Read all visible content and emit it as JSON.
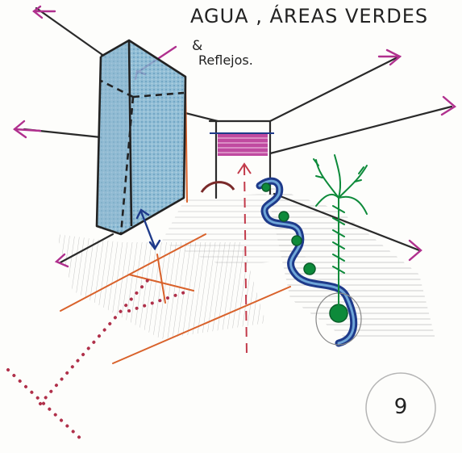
{
  "annotations": {
    "title": "AGUA , ÁREAS VERDES",
    "note_prefix": "&",
    "note": "Reflejos.",
    "page_number": "9"
  },
  "palette": {
    "ink": "#222222",
    "magenta": "#b0308e",
    "water_blue": "#5fa4c8",
    "navy": "#1e3a8a",
    "orange": "#d9622b",
    "green": "#0d8a3a",
    "red_dots": "#b0304a",
    "pencil_gray": "#9a9a9a"
  }
}
